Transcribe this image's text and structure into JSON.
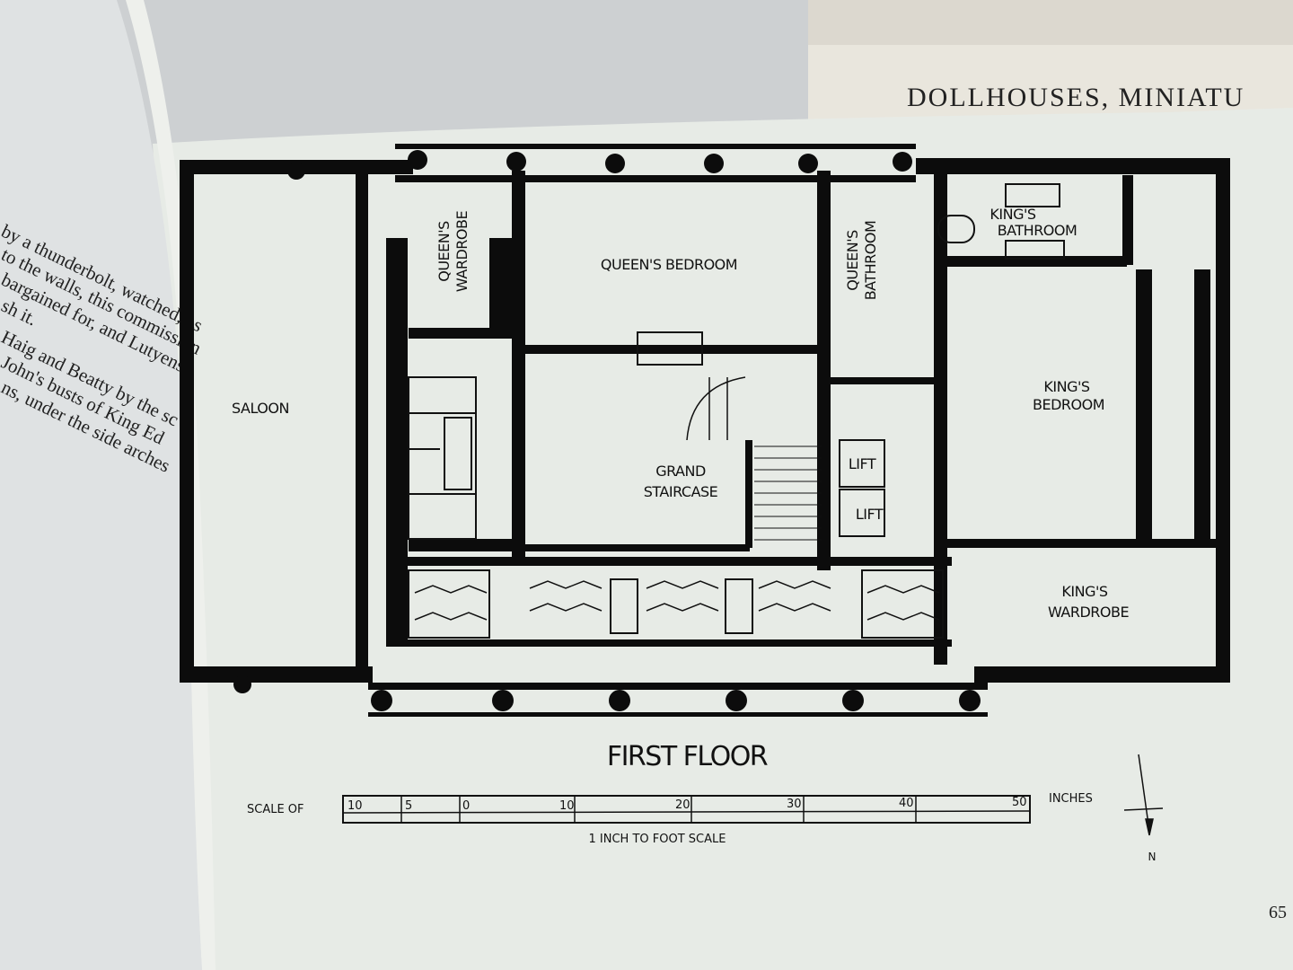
{
  "background_book": {
    "title": "DOLLHOUSES, MINIATU"
  },
  "left_page": {
    "lines": [
      "by a thunderbolt, watched, as",
      "to the walls, this commission",
      "bargained for, and Lutyens",
      "sh it.",
      "Haig and Beatty by the sc",
      "John's busts of King Ed",
      "ns, under the side arches"
    ]
  },
  "plan": {
    "title": "FIRST FLOOR",
    "rooms": {
      "saloon": "SALOON",
      "queens_wardrobe": [
        "QUEEN'S",
        "WARDROBE"
      ],
      "queens_bedroom": "QUEEN'S BEDROOM",
      "queens_bathroom": [
        "QUEEN'S",
        "BATHROOM"
      ],
      "kings_bathroom": [
        "KING'S",
        "BATHROOM"
      ],
      "kings_bedroom": [
        "KING'S",
        "BEDROOM"
      ],
      "grand_staircase": [
        "GRAND",
        "STAIRCASE"
      ],
      "lift1": "LIFT",
      "lift2": "LIFT",
      "kings_wardrobe": [
        "KING'S",
        "WARDROBE"
      ]
    },
    "scale": {
      "prefix": "SCALE OF",
      "ticks": [
        "10",
        "5",
        "0",
        "10",
        "20",
        "30",
        "40",
        "50"
      ],
      "unit": "INCHES",
      "caption": "1 INCH TO FOOT SCALE"
    },
    "north": "N"
  },
  "page_number": "65"
}
